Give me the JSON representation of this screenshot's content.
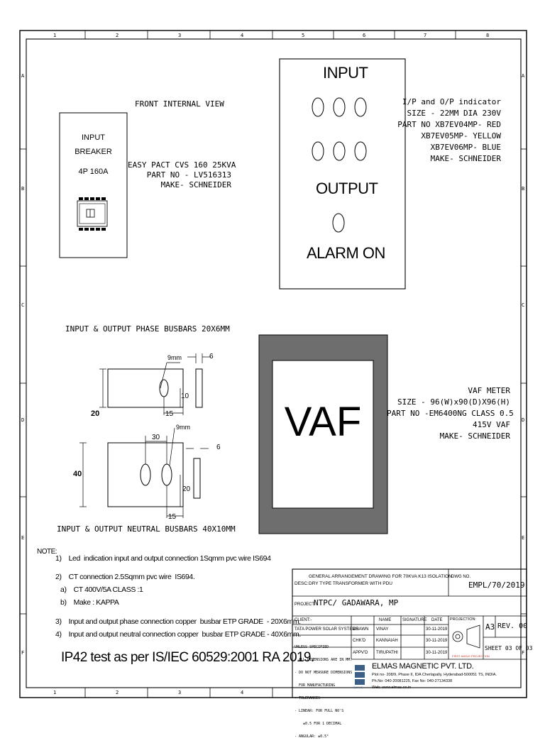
{
  "grid": {
    "cols": [
      "1",
      "2",
      "3",
      "4",
      "5",
      "6",
      "7",
      "8"
    ],
    "rows": [
      "A",
      "B",
      "C",
      "D",
      "E",
      "F"
    ]
  },
  "front_view": {
    "title": "FRONT INTERNAL VIEW",
    "breaker_label": [
      "INPUT",
      "BREAKER"
    ],
    "breaker_rating": "4P 160A",
    "breaker_spec": [
      "EASY PACT CVS 160 25KVA",
      "PART NO - LV516313",
      "MAKE- SCHNEIDER"
    ]
  },
  "indicator_panel": {
    "input_label": "INPUT",
    "output_label": "OUTPUT",
    "alarm_label": "ALARM ON",
    "spec": [
      "I/P and O/P indicator",
      "SIZE - 22MM DIA 230V",
      "PART NO XB7EV04MP- RED",
      "XB7EV05MP- YELLOW",
      "XB7EV06MP- BLUE",
      "MAKE- SCHNEIDER"
    ]
  },
  "busbars": {
    "phase_title": "INPUT & OUTPUT PHASE BUSBARS 20X6MM",
    "neutral_title": "INPUT & OUTPUT NEUTRAL BUSBARS 40X10MM",
    "phase_dims": {
      "hole": "9mm",
      "thick": "6",
      "height": "20",
      "edge": "10",
      "offset": "15"
    },
    "neutral_dims": {
      "hole": "9mm",
      "pitch": "30",
      "thick": "6",
      "height": "40",
      "edge": "20",
      "offset": "15"
    }
  },
  "vaf_meter": {
    "display": "VAF",
    "spec": [
      "VAF METER",
      "SIZE - 96(W)x90(D)X96(H)",
      "PART NO -EM6400NG CLASS 0.5",
      "415V VAF",
      "MAKE- SCHNEIDER"
    ]
  },
  "notes": {
    "heading": "NOTE:",
    "items": [
      "1)    Led  indication input and output connection 1Sqmm pvc wire IS694",
      "2)    CT connection 2.5Sqmm pvc wire  IS694.",
      "a)    CT 400V/5A CLASS :1",
      "b)    Make : KAPPA",
      "3)    Input and output phase connection copper  busbar ETP GRADE  - 20X6mm.",
      "4)    Input and output neutral connection copper  busbar ETP GRADE - 40X6mm."
    ],
    "ip_statement": "IP42 test as per IS/IEC 60529:2001 RA 2019."
  },
  "title_block": {
    "desc_label": "DESC:",
    "desc": [
      "GENERAL ARRANGEMENT DRAWING FOR 70KVA K13 ISOLATION",
      "DRY TYPE TRANSFORMER WITH PDU"
    ],
    "dwg_label": "DWG NO.",
    "dwg_no": "EMPL/70/2019",
    "project_label": "PROJECT:",
    "project": "NTPC/ GADAWARA, MP",
    "client_label": "CLIENT:-",
    "client": "TATA POWER SOLAR SYSTEMS",
    "col_name": "NAME",
    "col_signature": "SIGNATURE",
    "col_date": "DATE",
    "col_projection": "PROJECTION:",
    "rows": [
      {
        "role": "DRAWN",
        "name": "VINAY",
        "date": "30-11-2019"
      },
      {
        "role": "CHK'D",
        "name": "KANNAIAH",
        "date": "30-11-2019"
      },
      {
        "role": "APPV'D",
        "name": "TIRUPATHI",
        "date": "30-11-2019"
      }
    ],
    "tolerance_notes": [
      "UNLESS SPECIFIED",
      "- ALL DIMENSIONS ARE IN MM.",
      "- DO NOT MEASURE DIMENSIONS",
      "  FOR MANUFACTURING",
      "- TOLERANCES",
      "- LINEAR: FOR FULL NO'S",
      "    ±0.5 FOR 1 DECIMAL",
      "- ANGULAR: ±0.5°"
    ],
    "size": "A3",
    "rev": "REV. 00",
    "sheet": "SHEET 03 OF 03",
    "projection_caption": "FIRST ANGLE PROJECTION",
    "company": "ELMAS MAGNETIC PVT. LTD.",
    "company_logo": "ELMAS",
    "address": [
      "Plot no- 208/9, Phase II, IDA Cherlapally, Hyderabad-500051 TS, INDIA.",
      "Ph.No: 040-20081225, Fax No: 040-27134338",
      "Web: www.elmas.co.in"
    ]
  },
  "colors": {
    "line": "#000000",
    "frame_fill": "#6e6e6e",
    "logo_blue": "#3b5f86",
    "projection_red": "#c0392b"
  }
}
